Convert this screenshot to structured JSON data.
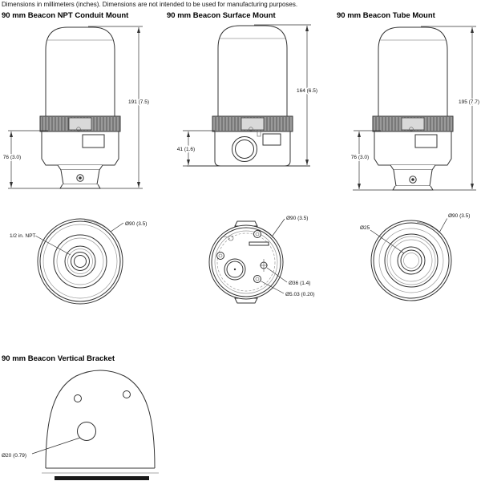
{
  "note": "Dimensions in millimeters (inches). Dimensions are not intended to be used for manufacturing purposes.",
  "sections": {
    "npt": {
      "title": "90 mm Beacon NPT Conduit Mount",
      "height": "191  (7.5)",
      "base_height": "76  (3.0)",
      "outer_dia": "Ø90  (3.5)",
      "thread": "1/2 in. NPT"
    },
    "surface": {
      "title": "90 mm Beacon Surface Mount",
      "height": "164  (6.5)",
      "base_height": "41  (1.6)",
      "outer_dia": "Ø90  (3.5)",
      "hole_dia": "Ø36 (1.4)",
      "screw_dia": "Ø5.03  (0.20)"
    },
    "tube": {
      "title": "90 mm Beacon Tube Mount",
      "height": "195  (7.7)",
      "base_height": "76  (3.0)",
      "outer_dia": "Ø90  (3.5)",
      "tube_dia": "Ø25"
    },
    "bracket": {
      "title": "90 mm Beacon Vertical Bracket",
      "hole_dia": "Ø20  (0.79)"
    }
  },
  "colors": {
    "band": "#9a9a9a",
    "line": "#333333",
    "paper": "#ffffff"
  }
}
